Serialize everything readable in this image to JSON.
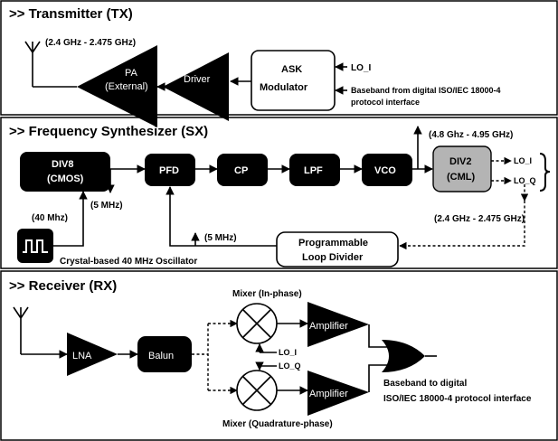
{
  "sections": {
    "tx": {
      "title": ">>  Transmitter (TX)"
    },
    "sx": {
      "title": ">>  Frequency Synthesizer (SX)"
    },
    "rx": {
      "title": ">>  Receiver (RX)"
    }
  },
  "tx": {
    "freq_range": "(2.4 GHz - 2.475 GHz)",
    "pa_line1": "PA",
    "pa_line2": "(External)",
    "driver": "Driver",
    "ask_line1": "ASK",
    "ask_line2": "Modulator",
    "lo_i": "LO_I",
    "baseband_line1": "Baseband from digital ISO/IEC 18000-4",
    "baseband_line2": "protocol interface"
  },
  "sx": {
    "div8_line1": "DIV8",
    "div8_line2": "(CMOS)",
    "pfd": "PFD",
    "cp": "CP",
    "lpf": "LPF",
    "vco": "VCO",
    "div2_line1": "DIV2",
    "div2_line2": "(CML)",
    "vco_freq": "(4.8 Ghz - 4.95 GHz)",
    "out_freq": "(2.4 GHz - 2.475 GHz)",
    "lo_i": "LO_I",
    "lo_q": "LO_Q",
    "ref_5mhz": "(5 MHz)",
    "fb_5mhz": "(5 MHz)",
    "xtal_40mhz": "(40 Mhz)",
    "oscillator_label": "Crystal-based 40 MHz Oscillator",
    "divider_line1": "Programmable",
    "divider_line2": "Loop  Divider"
  },
  "rx": {
    "lna": "LNA",
    "balun": "Balun",
    "mixer_i_label": "Mixer (In-phase)",
    "mixer_q_label": "Mixer (Quadrature-phase)",
    "amp_i": "Amplifier",
    "amp_q": "Amplifier",
    "lo_i": "LO_I",
    "lo_q": "LO_Q",
    "baseband_line1": "Baseband to digital",
    "baseband_line2": "ISO/IEC 18000-4 protocol interface"
  },
  "colors": {
    "block_fill": "#000000",
    "div2_fill": "#b4b4b4",
    "border": "#000000",
    "background": "#ffffff"
  }
}
